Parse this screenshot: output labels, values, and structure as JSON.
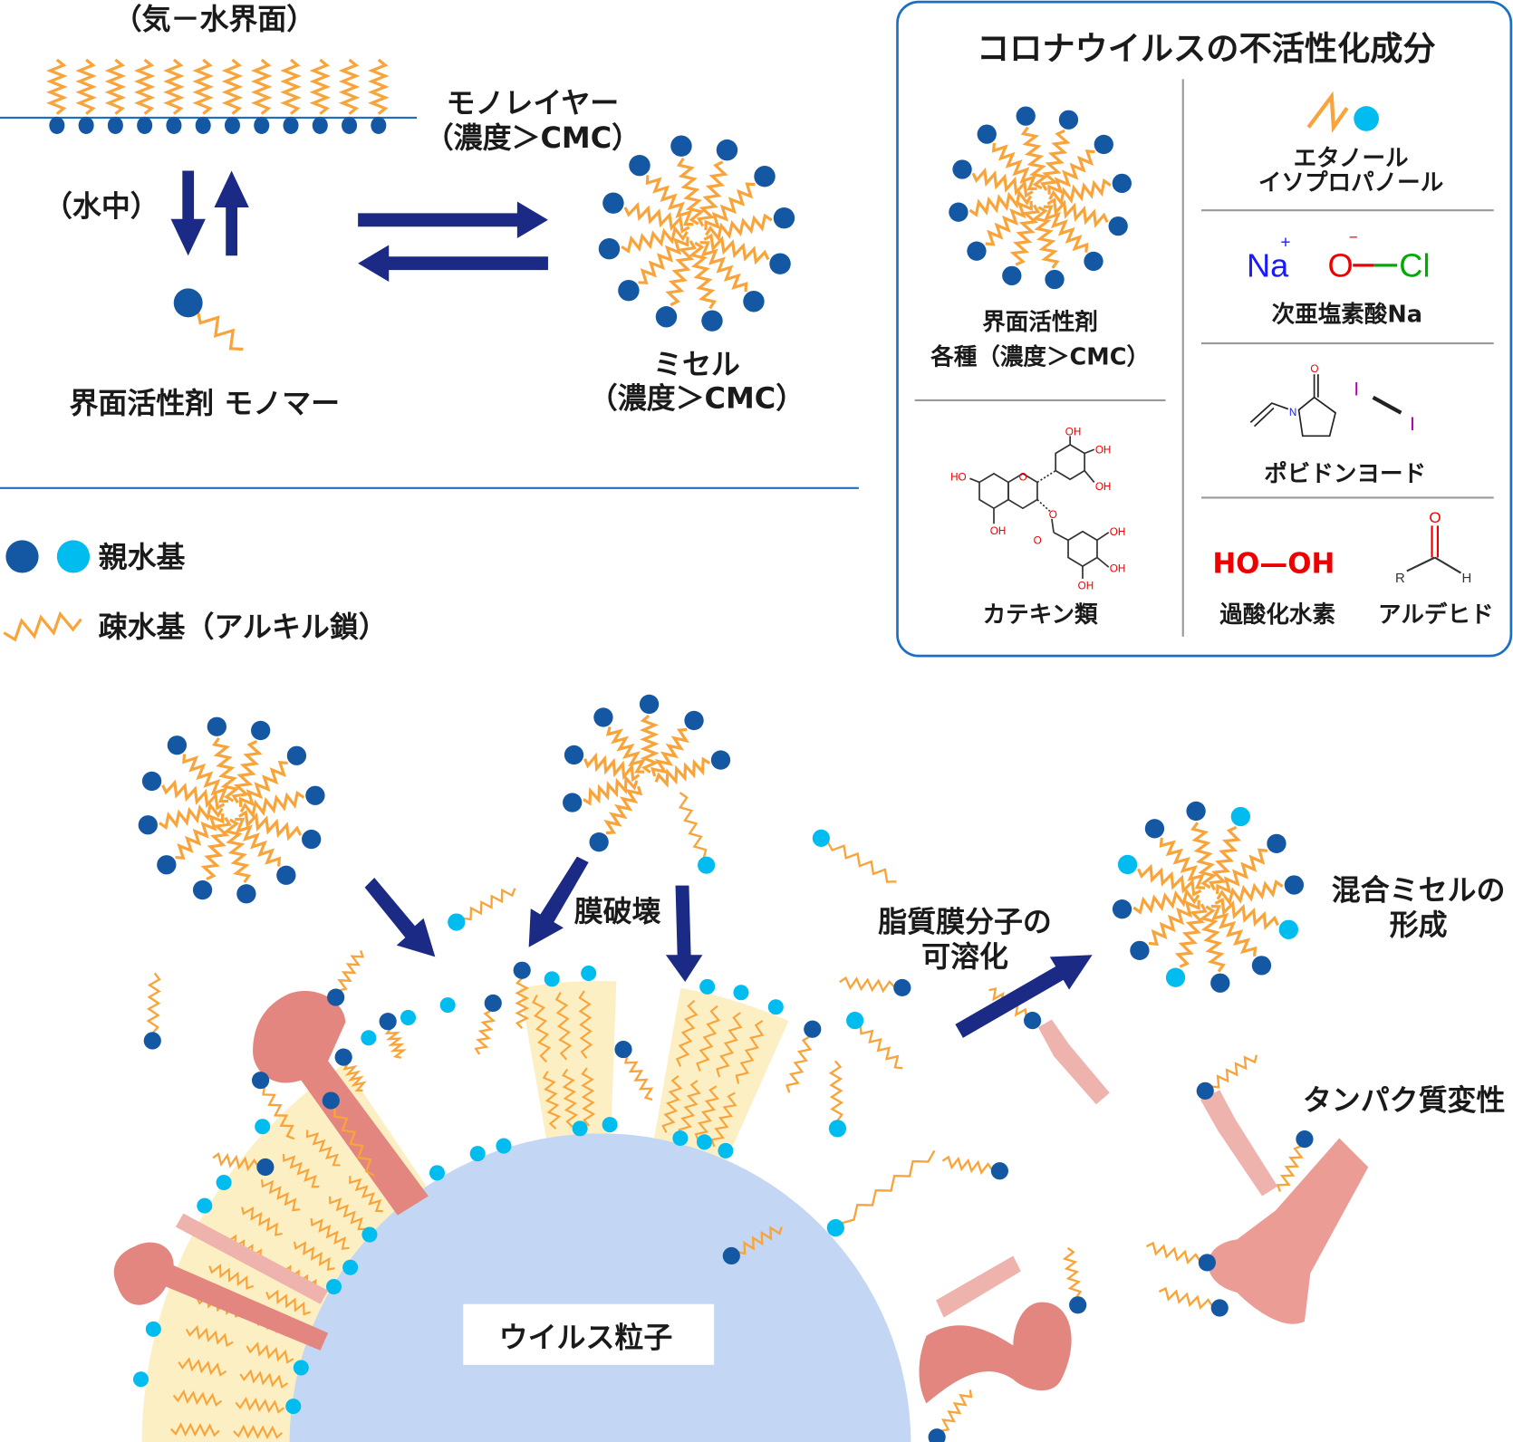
{
  "top_left": {
    "interface_label": "（気－水界面）",
    "monolayer_label": "モノレイヤー",
    "monolayer_conc": "（濃度＞CMC）",
    "water_label": "（水中）",
    "monomer_label": "界面活性剤 モノマー",
    "micelle_label": "ミセル",
    "micelle_conc": "（濃度＞CMC）"
  },
  "legend": {
    "hydrophilic": "親水基",
    "hydrophobic": "疎水基（アルキル鎖）"
  },
  "panel": {
    "title": "コロナウイルスの不活性化成分",
    "surfactant_line1": "界面活性剤",
    "surfactant_line2": "各種（濃度＞CMC）",
    "catechin": "カテキン類",
    "catechin_atoms": {
      "oh": "OH",
      "ho": "HO",
      "o": "O"
    },
    "ethanol_line1": "エタノール",
    "ethanol_line2": "イソプロパノール",
    "hypochlorite_na": "Na",
    "hypochlorite_plus": "+",
    "hypochlorite_o": "O",
    "hypochlorite_minus": "−",
    "hypochlorite_cl": "Cl",
    "hypochlorite": "次亜塩素酸Na",
    "povidone_n": "N",
    "povidone_o": "O",
    "povidone_i": "I",
    "povidone": "ポビドンヨード",
    "peroxide_formula": "HO—OH",
    "peroxide": "過酸化水素",
    "aldehyde_o": "O",
    "aldehyde_r": "R",
    "aldehyde_h": "H",
    "aldehyde": "アルデヒド"
  },
  "bottom": {
    "membrane_disruption": "膜破壊",
    "solubilization_line1": "脂質膜分子の",
    "solubilization_line2": "可溶化",
    "mixed_micelle_line1": "混合ミセルの",
    "mixed_micelle_line2": "形成",
    "protein_denaturation": "タンパク質変性",
    "virus_particle": "ウイルス粒子"
  },
  "colors": {
    "head_dark": "#1457a3",
    "head_cyan": "#00bcef",
    "tail": "#f9a43a",
    "arrow": "#1b2a84",
    "frame": "#1a6fc4",
    "virus": "#c3d6f4",
    "membrane": "#fdefc4",
    "protein": "#e2867f",
    "protein_light": "#efb3ae"
  }
}
